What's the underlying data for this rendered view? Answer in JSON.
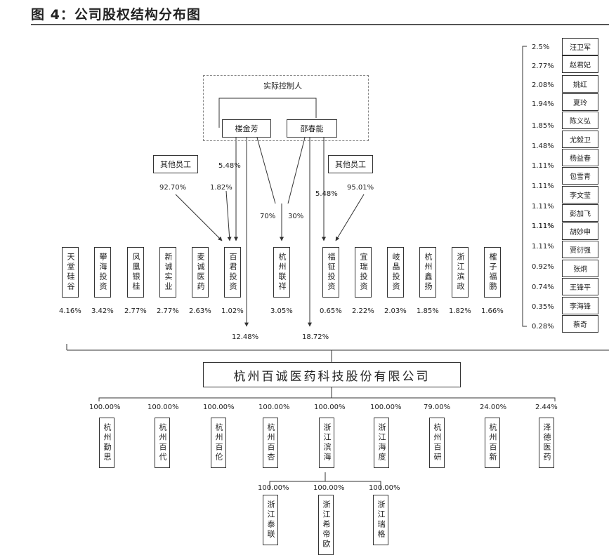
{
  "title": "图 4：公司股权结构分布图",
  "actual_controller": "实际控制人",
  "controllers": [
    "楼金芳",
    "邵春能"
  ],
  "other_staff_left": "其他员工",
  "other_staff_right": "其他员工",
  "pct": {
    "lou_direct": "5.48%",
    "staff_left": "92.70%",
    "lou_baijun": "1.82%",
    "to_lianxiang_70": "70%",
    "to_lianxiang_30": "30%",
    "shao_fuzheng": "5.48%",
    "staff_right": "95.01%",
    "lou_company": "12.48%",
    "shao_company": "18.72%"
  },
  "shareholders": [
    {
      "name": "天堂硅谷",
      "pct": "4.16%"
    },
    {
      "name": "攀海投资",
      "pct": "3.42%"
    },
    {
      "name": "凤凰银桂",
      "pct": "2.77%"
    },
    {
      "name": "新诚实业",
      "pct": "2.77%"
    },
    {
      "name": "麦诚医药",
      "pct": "2.63%"
    },
    {
      "name": "百君投资",
      "pct": "1.02%"
    },
    {
      "name": "杭州联祥",
      "pct": "3.05%"
    },
    {
      "name": "福钲投资",
      "pct": "0.65%"
    },
    {
      "name": "宜瑞投资",
      "pct": "2.22%"
    },
    {
      "name": "岐晶投资",
      "pct": "2.03%"
    },
    {
      "name": "杭州鑫扬",
      "pct": "1.85%"
    },
    {
      "name": "浙江滨政",
      "pct": "1.82%"
    },
    {
      "name": "榷子福鹏",
      "pct": "1.66%"
    }
  ],
  "individuals": [
    {
      "name": "汪卫军",
      "pct": "2.5%"
    },
    {
      "name": "赵君妃",
      "pct": "2.77%"
    },
    {
      "name": "姚红",
      "pct": "2.08%"
    },
    {
      "name": "夏玲",
      "pct": "1.94%"
    },
    {
      "name": "陈义弘",
      "pct": "1.85%"
    },
    {
      "name": "尤毅卫",
      "pct": "1.48%"
    },
    {
      "name": "杨益春",
      "pct": "1.11%"
    },
    {
      "name": "包雪青",
      "pct": "1.11%"
    },
    {
      "name": "李文莹",
      "pct": "1.11%"
    },
    {
      "name": "彭加飞",
      "pct": "1.11%"
    },
    {
      "name": "胡妙申",
      "pct": "1.11%"
    },
    {
      "name": "贾衍强",
      "pct": "1.11%"
    },
    {
      "name": "张炯",
      "pct": "0.92%"
    },
    {
      "name": "王锋平",
      "pct": "0.74%"
    },
    {
      "name": "李海锋",
      "pct": "0.35%"
    },
    {
      "name": "蔡奇",
      "pct": "0.28%"
    }
  ],
  "company": "杭州百诚医药科技股份有限公司",
  "subsidiaries": [
    {
      "name": "杭州勤思",
      "pct": "100.00%"
    },
    {
      "name": "杭州百代",
      "pct": "100.00%"
    },
    {
      "name": "杭州百伦",
      "pct": "100.00%"
    },
    {
      "name": "杭州百杏",
      "pct": "100.00%"
    },
    {
      "name": "浙江滨海",
      "pct": "100.00%"
    },
    {
      "name": "浙江海度",
      "pct": "100.00%"
    },
    {
      "name": "杭州百研",
      "pct": "79.00%"
    },
    {
      "name": "杭州百新",
      "pct": "24.00%"
    },
    {
      "name": "泽德医药",
      "pct": "2.44%"
    }
  ],
  "grand_subsidiaries": [
    {
      "name": "浙江泰联",
      "pct": "100.00%"
    },
    {
      "name": "浙江希帝欧",
      "pct": "100.00%"
    },
    {
      "name": "浙江瑞格",
      "pct": "100.00%"
    }
  ]
}
